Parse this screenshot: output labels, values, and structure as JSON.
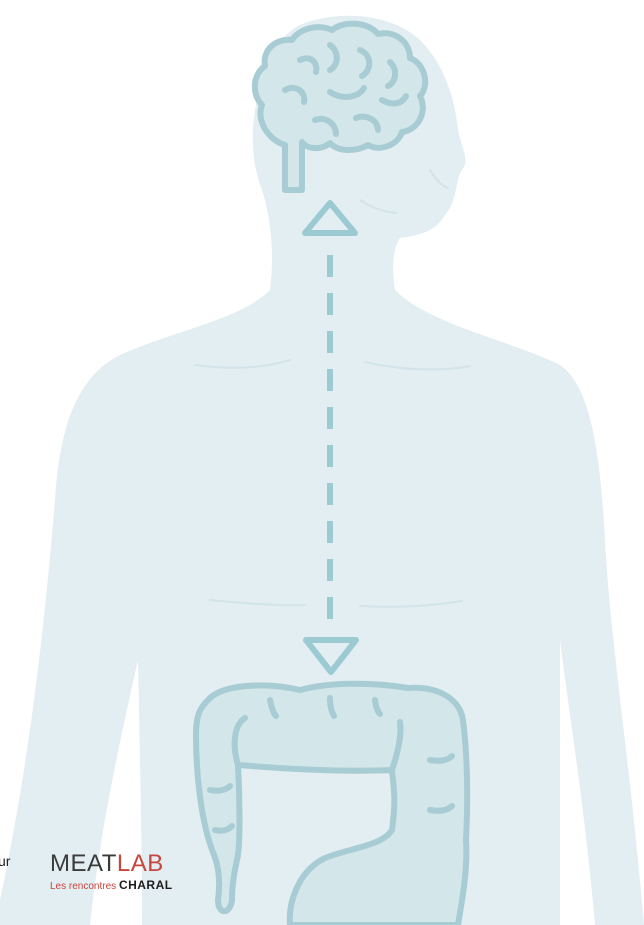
{
  "edge_text": "ur",
  "logo": {
    "title_part1": "MEAT",
    "title_part2": "LAB",
    "subtitle": "Les rencontres",
    "brand": "CHARAL"
  },
  "colors": {
    "body_fill": "#e3eef2",
    "organ_fill": "#d3e6ea",
    "outline": "#a8ccd3",
    "arrow": "#9ccad2",
    "logo_dark": "#3b3b3b",
    "logo_accent": "#c9443c"
  },
  "icons": [
    "brain-icon",
    "intestine-icon",
    "arrow-up-icon",
    "arrow-down-icon"
  ]
}
